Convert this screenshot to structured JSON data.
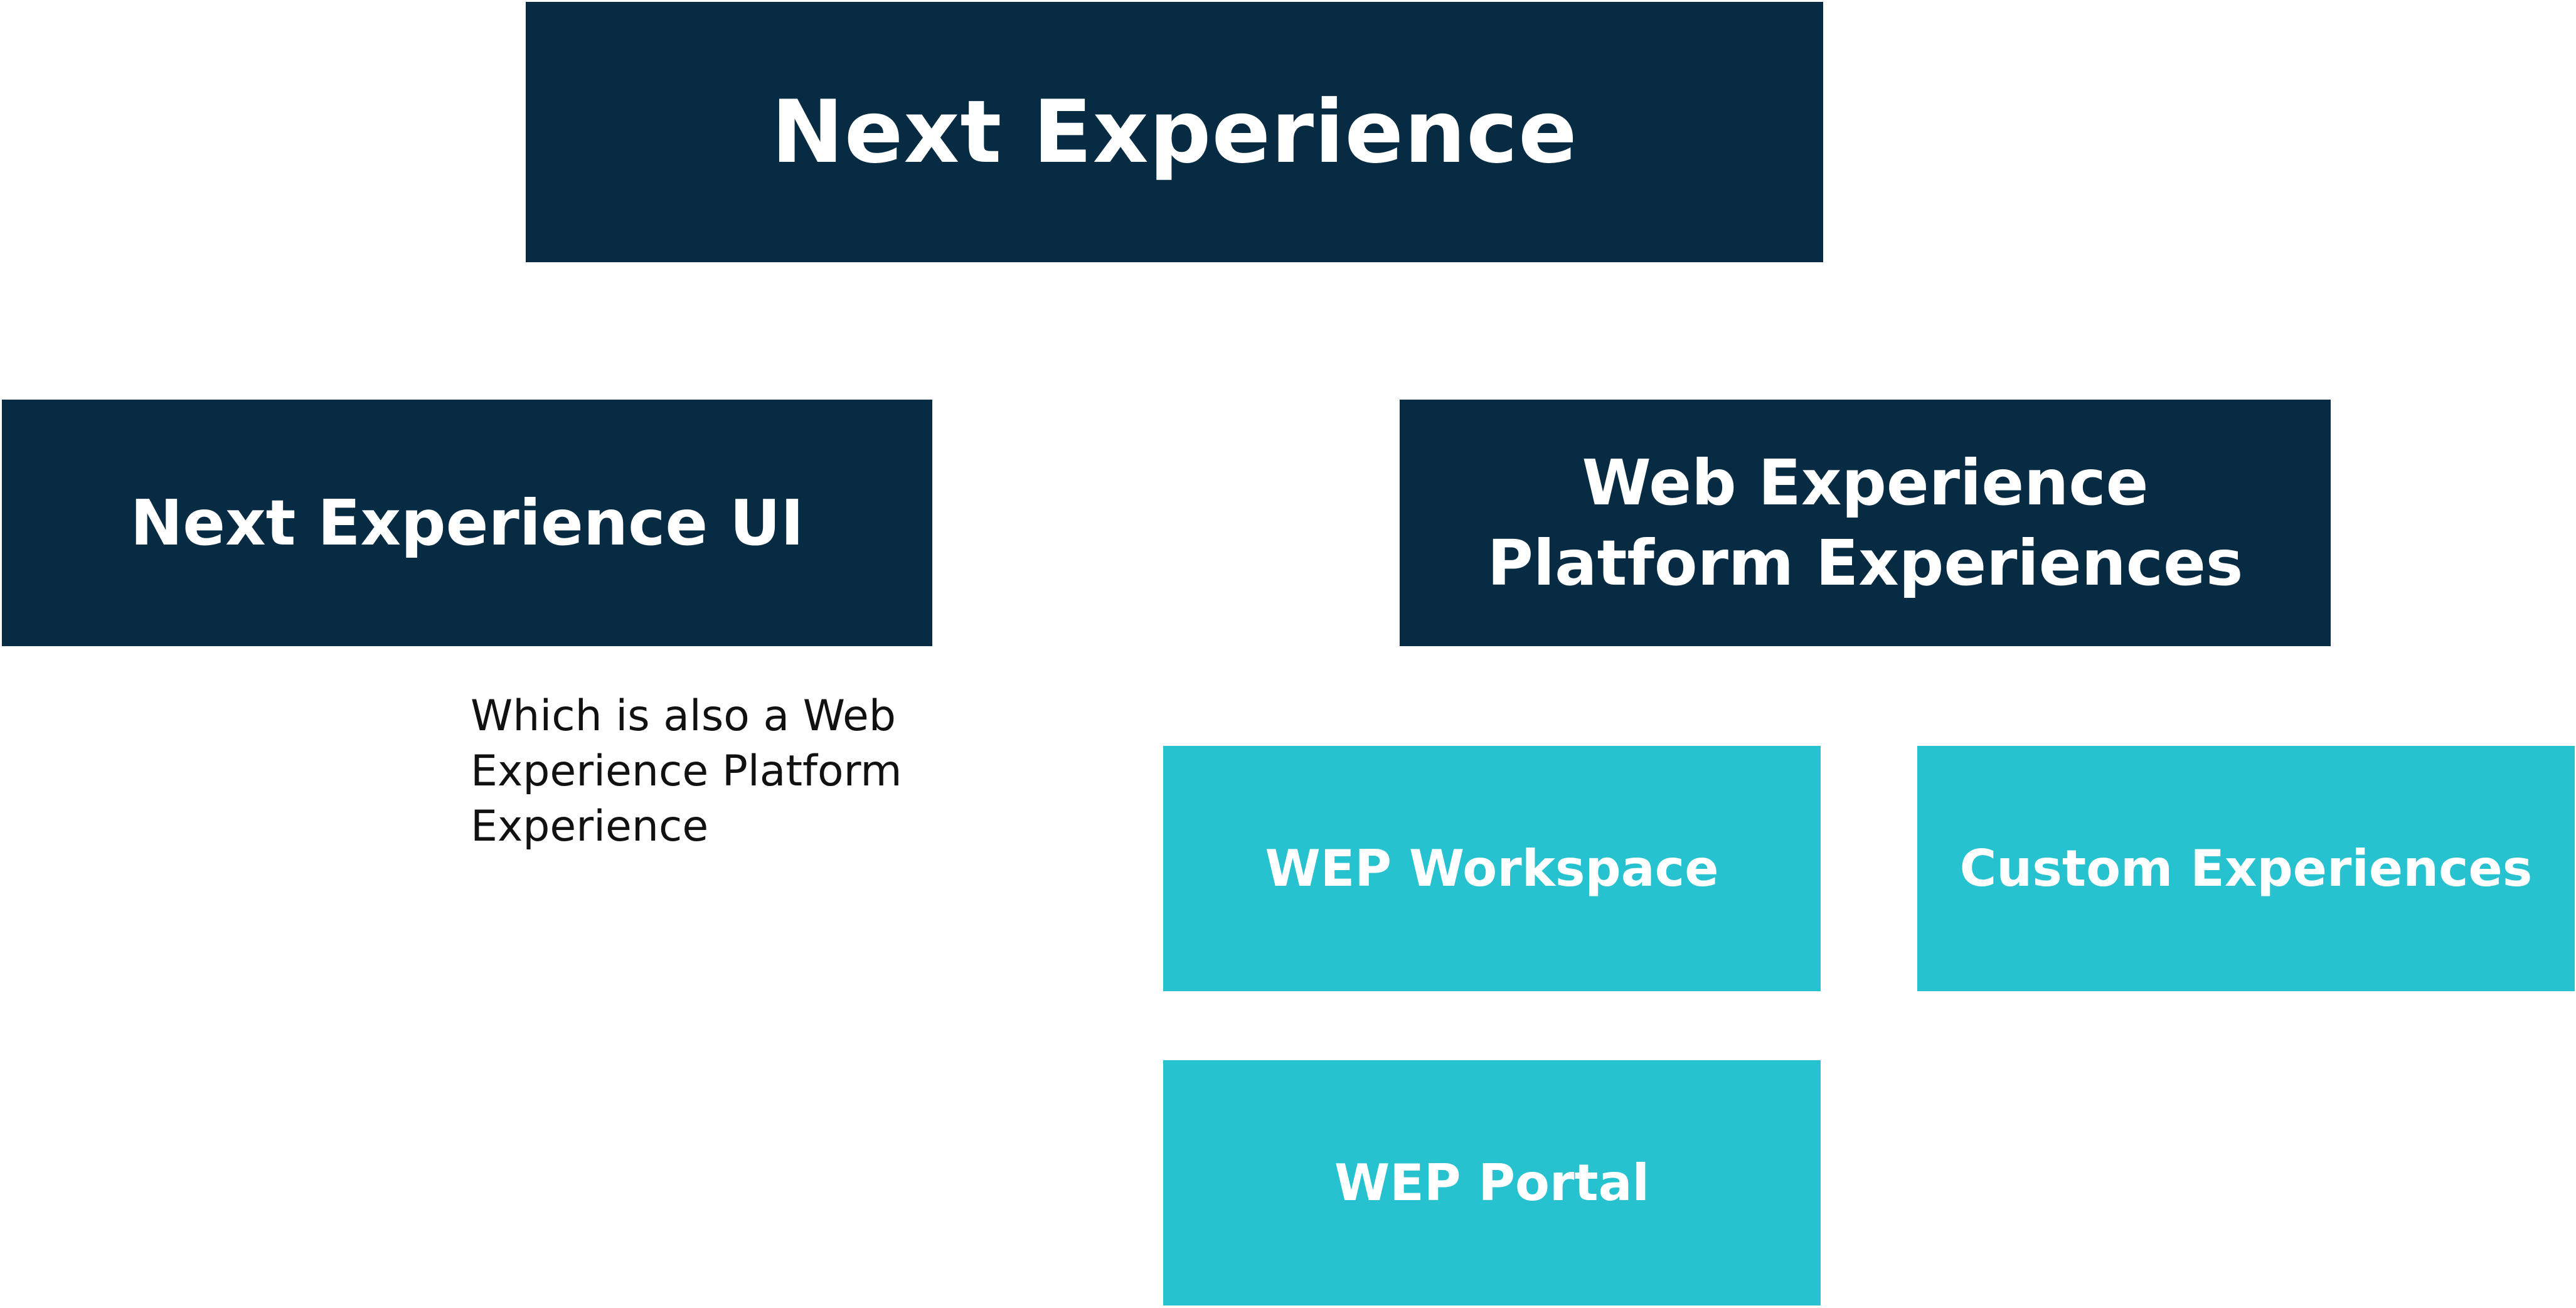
{
  "diagram": {
    "top": {
      "label": "Next Experience"
    },
    "left": {
      "label": "Next Experience UI"
    },
    "right": {
      "label_lines": [
        "Web Experience",
        "Platform Experiences"
      ]
    },
    "note": {
      "lines": [
        "Which is also a Web",
        "Experience Platform",
        "Experience"
      ]
    },
    "children": {
      "workspace": {
        "label": "WEP Workspace"
      },
      "custom": {
        "label": "Custom Experiences"
      },
      "portal": {
        "label": "WEP Portal"
      }
    }
  },
  "colors": {
    "dark_navy": "#062b43",
    "teal": "#26c2cf",
    "box_text": "#ffffff",
    "note_text": "#111111"
  }
}
